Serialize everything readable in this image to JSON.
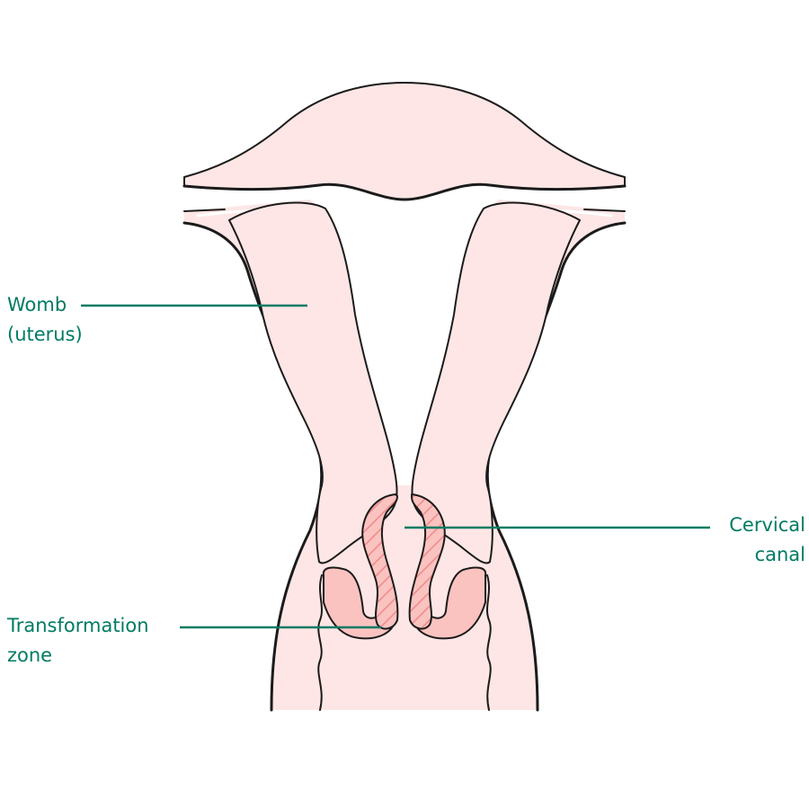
{
  "colors": {
    "tissue": "#fde6e5",
    "tissue_highlight": "#ffffff",
    "outline": "#1b1b1b",
    "transformation_zone": "#f08c8c",
    "transformation_zone_light": "#fbc3c0",
    "label_text": "#007b63",
    "leader_line": "#007b63"
  },
  "labels": {
    "womb": {
      "line1": "Womb",
      "line2": "(uterus)"
    },
    "cervical_canal": {
      "line1": "Cervical",
      "line2": "canal"
    },
    "transformation_zone": {
      "line1": "Transformation",
      "line2": "zone"
    }
  }
}
